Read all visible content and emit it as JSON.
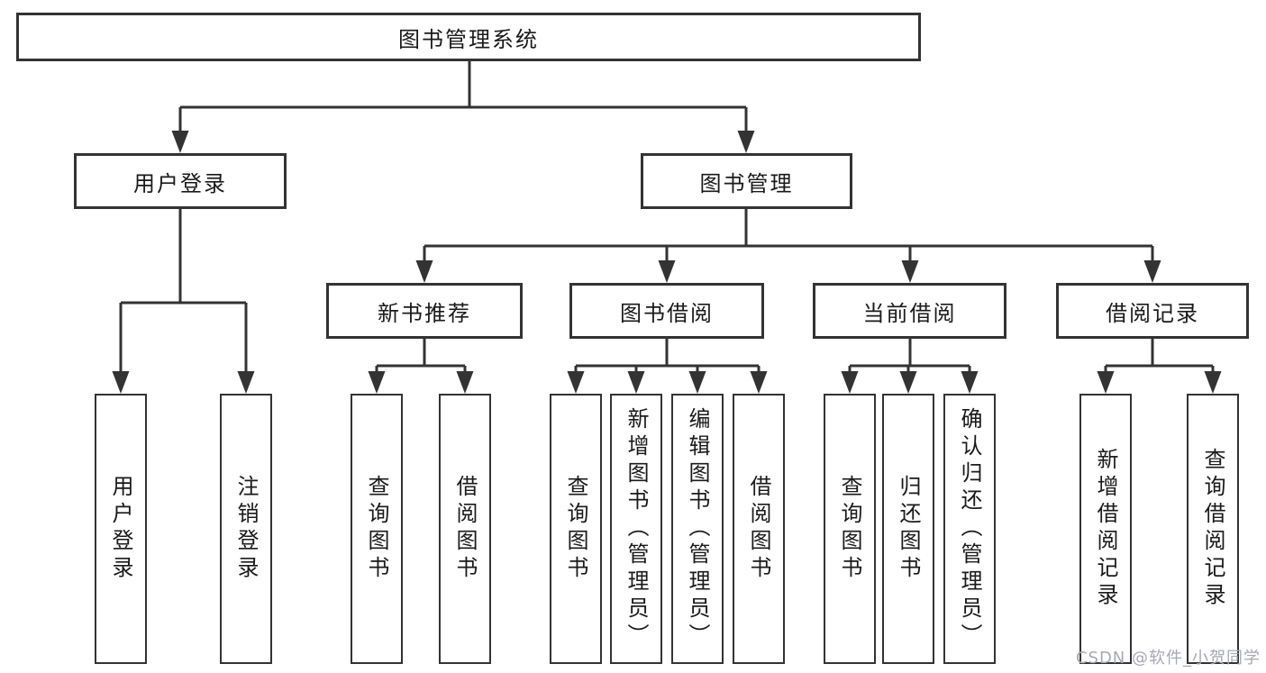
{
  "colors": {
    "background": "#ffffff",
    "line": "#333333",
    "box_border": "#333333",
    "box_fill": "#ffffff",
    "text": "#1a1a1a",
    "watermark": "#a6a8b3"
  },
  "watermark": {
    "text": "CSDN @软件_小贺同学"
  },
  "diagram": {
    "type": "hierarchy-tree",
    "root": {
      "label": "图书管理系统"
    },
    "level2": [
      {
        "label": "用户登录"
      },
      {
        "label": "图书管理"
      }
    ],
    "level3": [
      {
        "label": "新书推荐",
        "parent": "图书管理"
      },
      {
        "label": "图书借阅",
        "parent": "图书管理"
      },
      {
        "label": "当前借阅",
        "parent": "图书管理"
      },
      {
        "label": "借阅记录",
        "parent": "图书管理"
      }
    ],
    "leaves": [
      {
        "label": "用户登录",
        "parent": "用户登录"
      },
      {
        "label": "注销登录",
        "parent": "用户登录"
      },
      {
        "label": "查询图书",
        "parent": "新书推荐"
      },
      {
        "label": "借阅图书",
        "parent": "新书推荐"
      },
      {
        "label": "查询图书",
        "parent": "图书借阅"
      },
      {
        "label": "新增图书（管理员）",
        "parent": "图书借阅"
      },
      {
        "label": "编辑图书（管理员）",
        "parent": "图书借阅"
      },
      {
        "label": "借阅图书",
        "parent": "图书借阅"
      },
      {
        "label": "查询图书",
        "parent": "当前借阅"
      },
      {
        "label": "归还图书",
        "parent": "当前借阅"
      },
      {
        "label": "确认归还（管理员）",
        "parent": "当前借阅"
      },
      {
        "label": "新增借阅记录",
        "parent": "借阅记录"
      },
      {
        "label": "查询借阅记录",
        "parent": "借阅记录"
      }
    ]
  }
}
